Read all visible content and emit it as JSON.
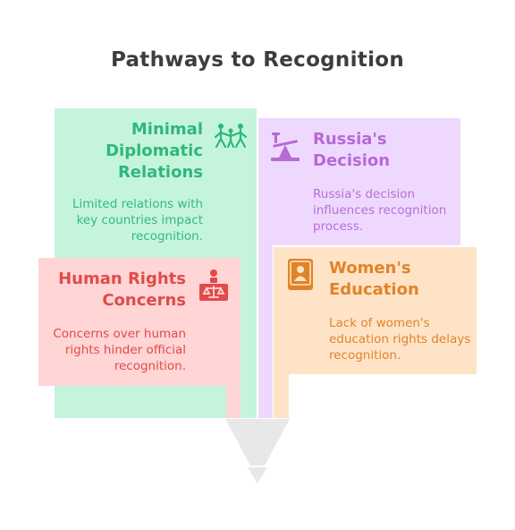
{
  "title": "Pathways to Recognition",
  "cards": {
    "green": {
      "heading": "Minimal Diplomatic Relations",
      "desc": "Limited relations with key countries impact recognition.",
      "icon": "people-holding-hands-icon",
      "color": "#2fb779",
      "bg": "#c4f5dc"
    },
    "purple": {
      "heading": "Russia's Decision",
      "desc": "Russia's decision influences recognition process.",
      "icon": "seesaw-lever-icon",
      "color": "#b56ad6",
      "bg": "#efd8fd"
    },
    "red": {
      "heading": "Human Rights Concerns",
      "desc": "Concerns over human rights hinder official recognition.",
      "icon": "judge-scales-icon",
      "color": "#e04b4b",
      "bg": "#ffd5d5"
    },
    "orange": {
      "heading": "Women's Education",
      "desc": "Lack of women's education rights delays recognition.",
      "icon": "book-person-icon",
      "color": "#e0842a",
      "bg": "#ffe3c6"
    }
  },
  "funnel_color": "#e8e8e8"
}
